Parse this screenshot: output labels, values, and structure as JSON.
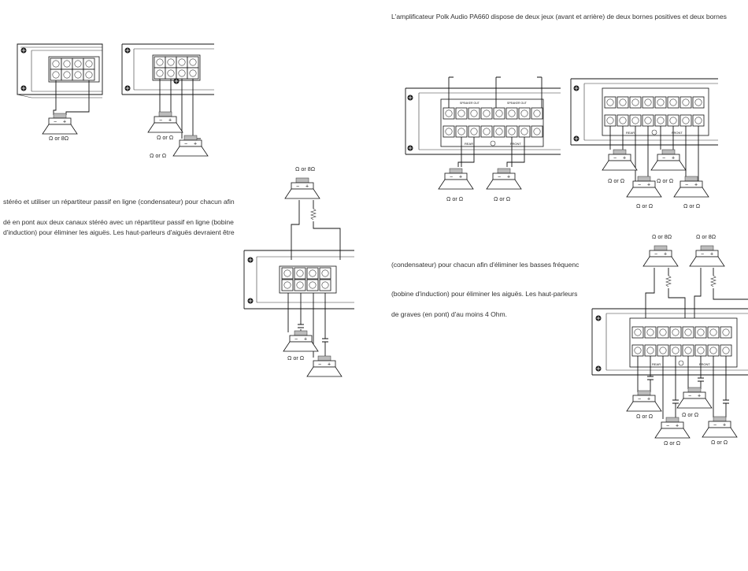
{
  "header_text": "L'amplificateur Polk Audio PA660 dispose de deux jeux (avant et arrière) de deux bornes positives et deux bornes",
  "left_text": [
    "stéréo et utiliser un répartiteur passif en ligne (condensateur) pour chacun afin",
    "dé en pont aux deux canaux stéréo avec un répartiteur passif en ligne (bobine",
    "d'induction) pour éliminer les aiguës. Les haut-parleurs d'aiguës devraient être"
  ],
  "middle_text": [
    "(condensateur) pour chacun afin d'éliminer les basses fréquenc",
    "(bobine d'induction) pour éliminer les aiguës. Les haut-parleurs",
    "de graves (en pont) d'au moins 4 Ohm."
  ],
  "captions": {
    "ohm_or_8": "Ω or 8Ω",
    "ohm_or": "Ω  or   Ω",
    "minus": "−",
    "plus": "+"
  },
  "terminal_labels": {
    "rear": "REAR",
    "front": "FRONT",
    "speaker_out": "SPEAKER OUT"
  }
}
